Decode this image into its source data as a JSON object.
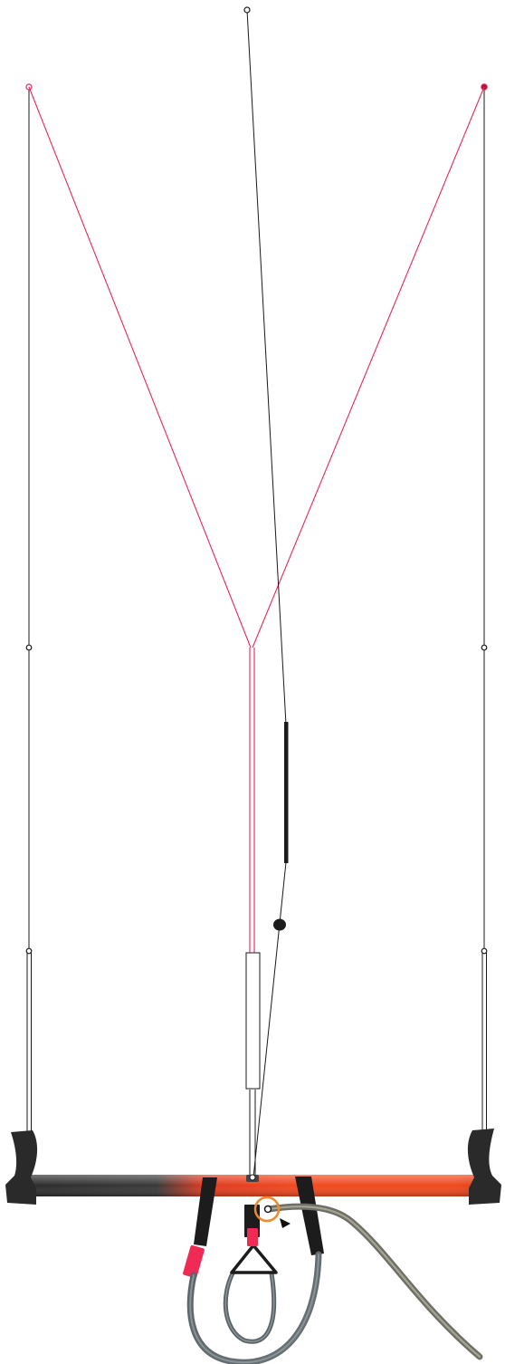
{
  "diagram": {
    "subject": "kite-control-bar",
    "colors": {
      "line": "#1a1a1a",
      "front_line": "#e8285a",
      "front_line_dark": "#b0103a",
      "bar_orange": "#f04a1e",
      "bar_red": "#e03a20",
      "bar_black": "#2a2a2a",
      "float": "#ffffff",
      "grip": "#1c1c1c",
      "pink_sleeve": "#ee2a55",
      "leash_hose": "#5a6368",
      "leash_hose_light": "#8b9396",
      "depower_rope": "#6f6f65",
      "depower_rope_light": "#a5a596",
      "release_ring": "#f0892b"
    },
    "icons": {
      "pulley": "small-ring",
      "stopper": "black-oval-stopper",
      "release": "quick-release-ring",
      "pointer": "triangle-arrow"
    }
  }
}
